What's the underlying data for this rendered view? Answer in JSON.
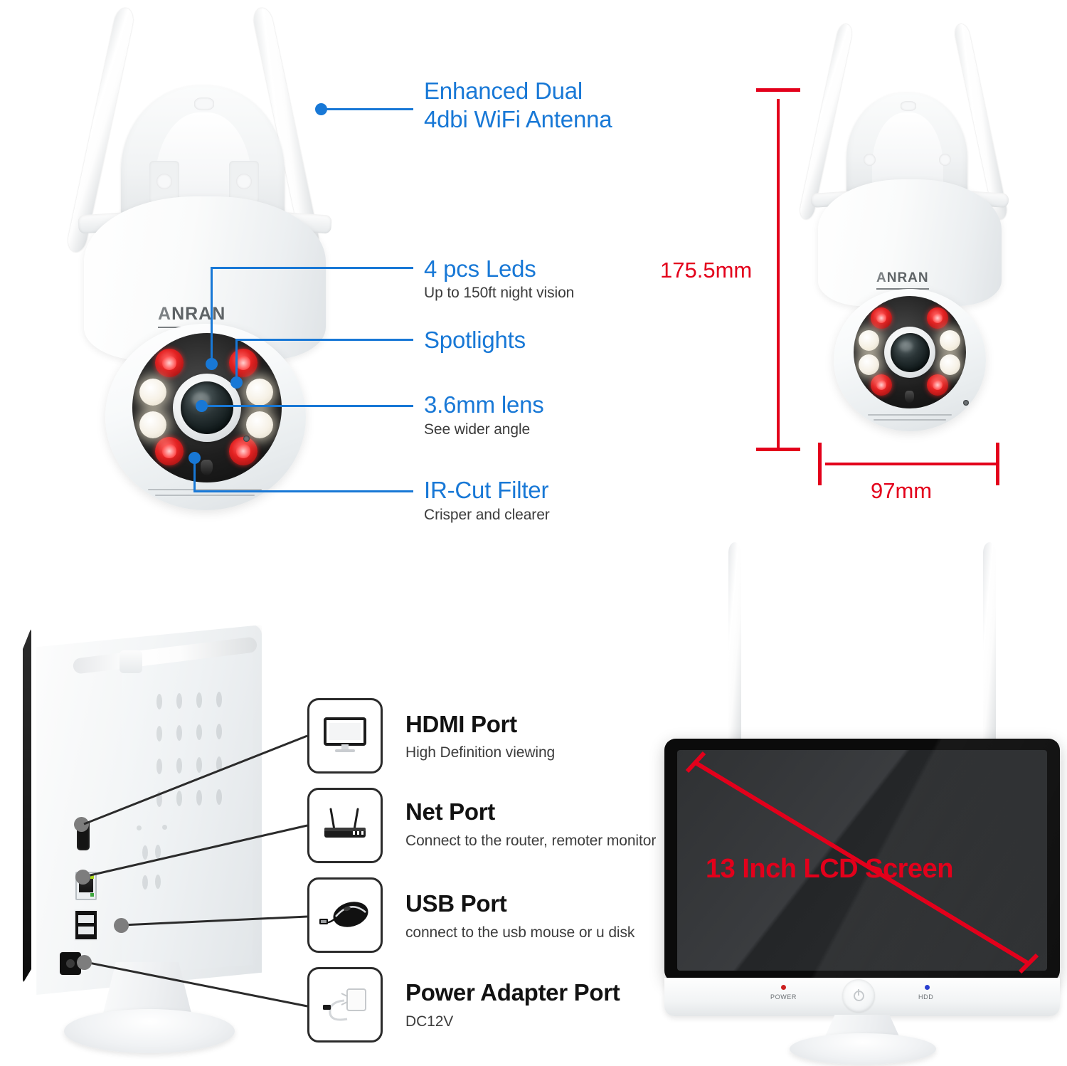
{
  "brand": {
    "name": "ANRAN",
    "a_mark": "A",
    "rest": "NRAN"
  },
  "camera_features": [
    {
      "id": "antenna",
      "title": "Enhanced Dual\n4dbi WiFi Antenna",
      "subtitle": ""
    },
    {
      "id": "leds",
      "title": "4 pcs Leds",
      "subtitle": "Up to 150ft night vision"
    },
    {
      "id": "spotlights",
      "title": "Spotlights",
      "subtitle": ""
    },
    {
      "id": "lens",
      "title": "3.6mm lens",
      "subtitle": "See wider angle"
    },
    {
      "id": "ircut",
      "title": "IR-Cut Filter",
      "subtitle": "Crisper and clearer"
    }
  ],
  "dimensions": {
    "height": "175.5mm",
    "width": "97mm"
  },
  "nvr_ports": [
    {
      "id": "hdmi",
      "icon": "monitor-icon",
      "title": "HDMI Port",
      "subtitle": "High Definition viewing"
    },
    {
      "id": "net",
      "icon": "router-icon",
      "title": "Net Port",
      "subtitle": "Connect to the router, remoter monitor"
    },
    {
      "id": "usb",
      "icon": "mouse-icon",
      "title": "USB Port",
      "subtitle": "connect to the usb mouse or u disk"
    },
    {
      "id": "power",
      "icon": "power-adapter-icon",
      "title": "Power Adapter Port",
      "subtitle": "DC12V"
    }
  ],
  "monitor": {
    "screen_label": "13 Inch LCD Screen",
    "indicators": [
      {
        "label": "POWER",
        "color": "#cc2020"
      },
      {
        "label": "HDD",
        "color": "#2a3fd0"
      }
    ]
  },
  "colors": {
    "accent_blue": "#1878d6",
    "accent_red": "#e3001b",
    "title_black": "#121212",
    "subtitle_gray": "#3c3c3c"
  }
}
